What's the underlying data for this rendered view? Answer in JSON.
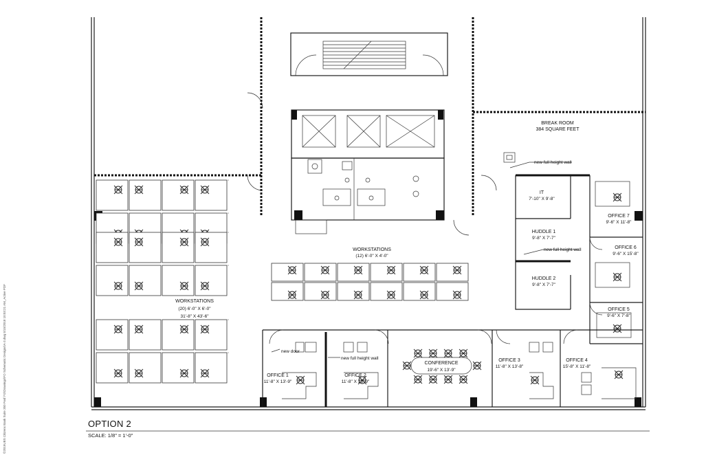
{
  "plan_title": "OPTION 2",
  "scale": "SCALE: 1/8\" = 1'-0\"",
  "side_note": "©2019UBS   Citizens Bank Suite 350 Fwd \\*G\\Drawings\\FO Schematic Designs\\A-3.dwg  5/15/2018 10:03:21 AM_Active PDF",
  "rooms": {
    "break_room": {
      "name": "BREAK ROOM",
      "area": "384 SQUARE FEET"
    },
    "it": {
      "name": "IT",
      "size": "7'-10\" X 9'-8\""
    },
    "huddle1": {
      "name": "HUDDLE 1",
      "size": "9'-8\" X 7'-7\""
    },
    "huddle2": {
      "name": "HUDDLE 2",
      "size": "9'-8\" X 7'-7\""
    },
    "office7": {
      "name": "OFFICE 7",
      "size": "9'-6\" X 11'-8\""
    },
    "office6": {
      "name": "OFFICE 6",
      "size": "9'-6\" X 15'-8\""
    },
    "office5": {
      "name": "OFFICE 5",
      "size": "9'-6\" X 7'-8\""
    },
    "office1": {
      "name": "OFFICE 1",
      "size": "11'-8\" X 13'-9\""
    },
    "office2": {
      "name": "OFFICE 2",
      "size": "11'-8\" X 13'-9\""
    },
    "conference": {
      "name": "CONFERENCE",
      "size": "19'-6\" X 13'-9\""
    },
    "office3": {
      "name": "OFFICE 3",
      "size": "11'-8\" X 13'-8\""
    },
    "office4": {
      "name": "OFFICE 4",
      "size": "15'-8\" X 11'-8\""
    },
    "workstations_left": {
      "name": "WORKSTATIONS",
      "count": "(20) 6'-0\" X 6'-0\"",
      "size": "31'-8\" X 43'-6\""
    },
    "workstations_center": {
      "name": "WORKSTATIONS",
      "count": "(12) 6'-0\" X 4'-0\""
    }
  },
  "callouts": {
    "full_wall_a": "new full height wall",
    "full_wall_b": "new full height wall",
    "full_wall_c": "new full height wall",
    "new_door": "new door"
  }
}
